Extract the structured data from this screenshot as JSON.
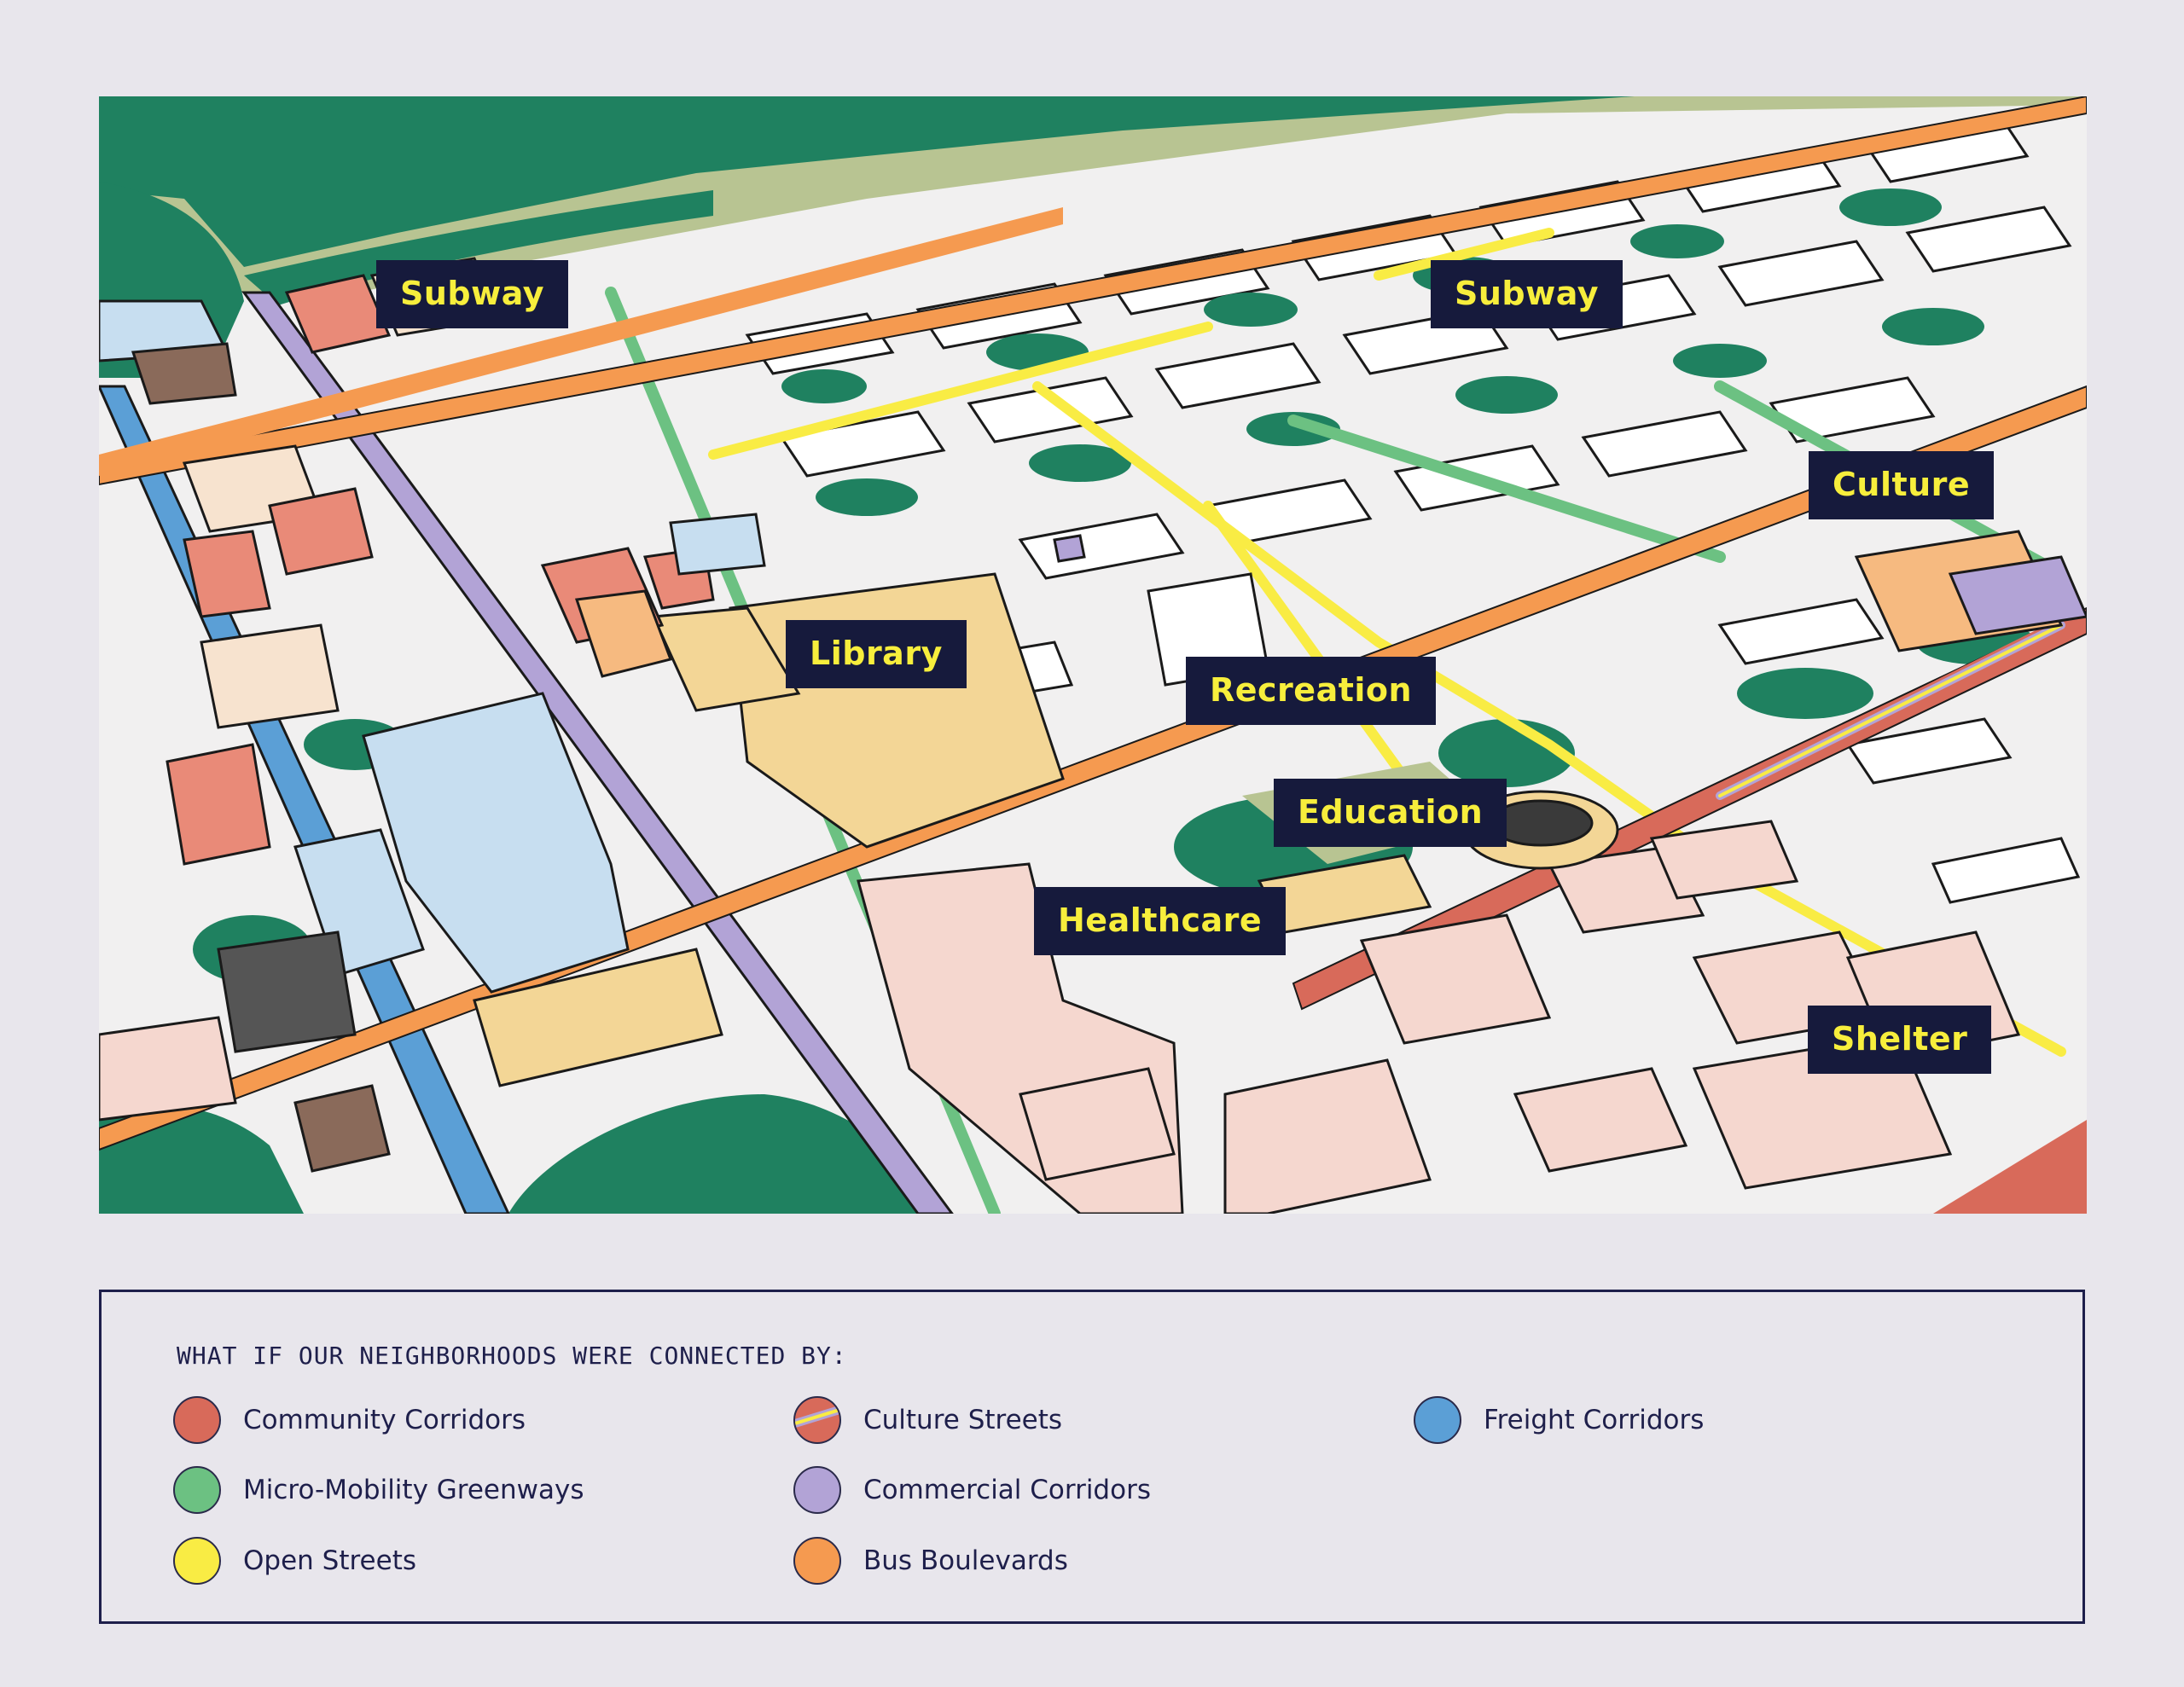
{
  "map": {
    "callouts": [
      {
        "name": "subway-label-west",
        "text": "Subway"
      },
      {
        "name": "subway-label-east",
        "text": "Subway"
      },
      {
        "name": "culture-label",
        "text": "Culture"
      },
      {
        "name": "library-label",
        "text": "Library"
      },
      {
        "name": "recreation-label",
        "text": "Recreation"
      },
      {
        "name": "education-label",
        "text": "Education"
      },
      {
        "name": "healthcare-label",
        "text": "Healthcare"
      },
      {
        "name": "shelter-label",
        "text": "Shelter"
      }
    ]
  },
  "legend": {
    "heading": "WHAT IF OUR NEIGHBORHOODS WERE CONNECTED BY:",
    "items": [
      {
        "label": "Community Corridors",
        "color": "#d86a5a",
        "icon": "community-corridors-swatch"
      },
      {
        "label": "Culture Streets",
        "color": "#d86a5a",
        "icon": "culture-streets-swatch"
      },
      {
        "label": "Freight Corridors",
        "color": "#5b9fd6",
        "icon": "freight-corridors-swatch"
      },
      {
        "label": "Micro-Mobility Greenways",
        "color": "#6cc182",
        "icon": "micro-mobility-greenways-swatch"
      },
      {
        "label": "Commercial Corridors",
        "color": "#b2a3d6",
        "icon": "commercial-corridors-swatch"
      },
      {
        "label": "Open Streets",
        "color": "#f9ec44",
        "icon": "open-streets-swatch"
      },
      {
        "label": "Bus Boulevards",
        "color": "#f59a50",
        "icon": "bus-boulevards-swatch"
      }
    ]
  },
  "colors": {
    "callout_bg": "#161a3c",
    "callout_text": "#f7ee3c",
    "tree_green": "#1f8160",
    "park_olive": "#b8c492"
  }
}
